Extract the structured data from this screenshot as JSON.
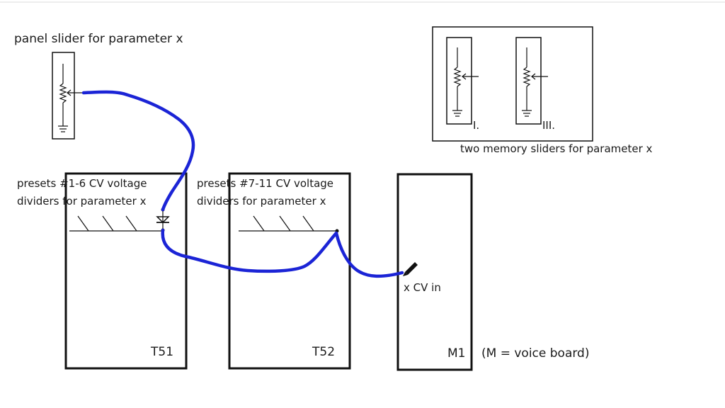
{
  "colors": {
    "wire": "#1b24d6",
    "ink": "#111111",
    "background": "#ffffff"
  },
  "labels": {
    "panel_slider": "panel slider for parameter x",
    "memory_sliders": "two memory sliders for parameter x",
    "memory_slider_1": "I.",
    "memory_slider_3": "III.",
    "t51_line1": "presets  #1-6 CV voltage",
    "t51_line2": "dividers for parameter x",
    "t52_line1": "presets  #7-11 CV voltage",
    "t52_line2": "dividers for parameter x",
    "t51_name": "T51",
    "t52_name": "T52",
    "m1_name": "M1",
    "m1_note": "(M = voice board)",
    "cv_in": "x CV in"
  }
}
